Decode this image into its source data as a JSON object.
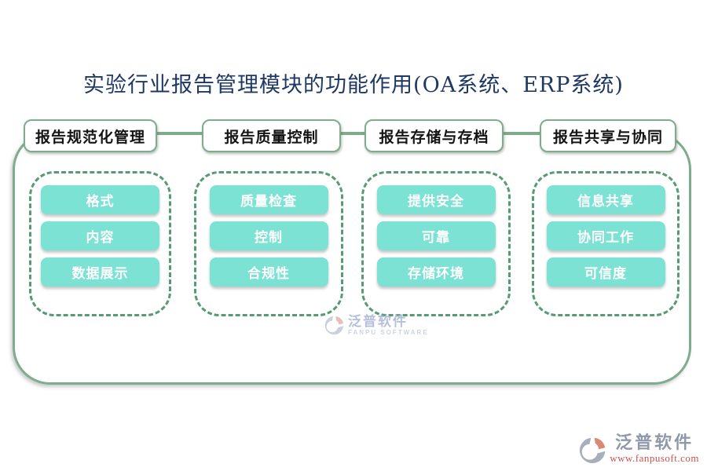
{
  "title": "实验行业报告管理模块的功能作用(OA系统、ERP系统)",
  "columns": [
    {
      "header": "报告规范化管理",
      "items": [
        "格式",
        "内容",
        "数据展示"
      ]
    },
    {
      "header": "报告质量控制",
      "items": [
        "质量检查",
        "控制",
        "合规性"
      ]
    },
    {
      "header": "报告存储与存档",
      "items": [
        "提供安全",
        "可靠",
        "存储环境"
      ]
    },
    {
      "header": "报告共享与协同",
      "items": [
        "信息共享",
        "协同工作",
        "可信度"
      ]
    }
  ],
  "watermark": {
    "name": "泛普软件",
    "subtitle": "FANPU SOFTWARE"
  },
  "brand": {
    "name": "泛普软件",
    "url": "www.fanpusoft.com"
  },
  "colors": {
    "title_text": "#1F3864",
    "outline_green": "#7EAC8D",
    "dashed_green": "#569B72",
    "item_teal": "#7CE2D3",
    "item_text": "#FFFFFF",
    "brand_gray": "#9099A9",
    "brand_red": "#C5544B"
  }
}
